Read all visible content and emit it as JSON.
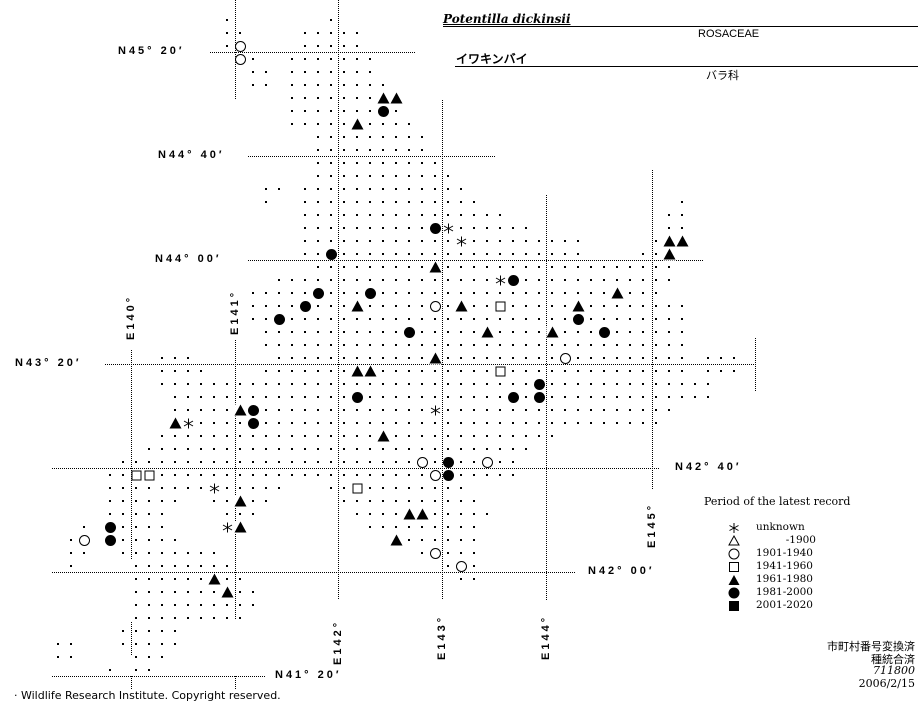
{
  "header": {
    "scientific_name": "Potentilla dickinsii",
    "family_latin": "ROSACEAE",
    "japanese_name": "イワキンバイ",
    "family_japanese": "バラ科"
  },
  "graticule": {
    "latitudes": [
      "N45° 20′",
      "N44° 40′",
      "N44° 00′",
      "N43° 20′",
      "N42° 40′",
      "N42° 00′",
      "N41° 20′"
    ],
    "longitudes": [
      "E140°",
      "E141°",
      "E142°",
      "E143°",
      "E144°",
      "E145°"
    ]
  },
  "legend": {
    "title": "Period of the latest record",
    "items": [
      {
        "symbol": "asterisk",
        "label": "unknown"
      },
      {
        "symbol": "open-triangle",
        "label": "-1900"
      },
      {
        "symbol": "open-circle",
        "label": "1901-1940"
      },
      {
        "symbol": "open-square",
        "label": "1941-1960"
      },
      {
        "symbol": "filled-triangle",
        "label": "1961-1980"
      },
      {
        "symbol": "filled-circle",
        "label": "1981-2000"
      },
      {
        "symbol": "filled-square",
        "label": "2001-2020"
      }
    ]
  },
  "stamp": {
    "line1": "市町村番号変換済",
    "line2": "種統合済",
    "code": "711800",
    "date": "2006/2/15"
  },
  "footer": {
    "copyright": "· Wildlife Research Institute. Copyright reserved."
  },
  "records": {
    "open-circle": [
      [
        141.048,
        45.372
      ],
      [
        141.048,
        45.288
      ],
      [
        142.923,
        43.705
      ],
      [
        144.173,
        43.372
      ],
      [
        142.798,
        42.705
      ],
      [
        143.423,
        42.705
      ],
      [
        142.923,
        42.622
      ],
      [
        139.548,
        42.205
      ],
      [
        142.923,
        42.122
      ],
      [
        143.173,
        42.038
      ]
    ],
    "open-square": [
      [
        143.548,
        43.705
      ],
      [
        143.548,
        43.288
      ],
      [
        140.048,
        42.622
      ],
      [
        140.173,
        42.622
      ],
      [
        142.173,
        42.538
      ]
    ],
    "filled-triangle": [
      [
        142.423,
        45.038
      ],
      [
        142.548,
        45.038
      ],
      [
        142.173,
        44.872
      ],
      [
        145.173,
        44.122
      ],
      [
        145.298,
        44.122
      ],
      [
        145.173,
        44.038
      ],
      [
        142.923,
        43.955
      ],
      [
        142.173,
        43.705
      ],
      [
        143.173,
        43.705
      ],
      [
        144.298,
        43.705
      ],
      [
        144.673,
        43.788
      ],
      [
        143.423,
        43.538
      ],
      [
        144.048,
        43.538
      ],
      [
        142.923,
        43.372
      ],
      [
        142.173,
        43.288
      ],
      [
        142.298,
        43.288
      ],
      [
        141.048,
        43.038
      ],
      [
        140.423,
        42.955
      ],
      [
        142.423,
        42.872
      ],
      [
        141.048,
        42.455
      ],
      [
        141.048,
        42.288
      ],
      [
        142.673,
        42.372
      ],
      [
        142.798,
        42.372
      ],
      [
        142.548,
        42.205
      ],
      [
        140.798,
        41.955
      ],
      [
        140.923,
        41.872
      ]
    ],
    "filled-circle": [
      [
        142.423,
        44.955
      ],
      [
        142.923,
        44.205
      ],
      [
        141.923,
        44.038
      ],
      [
        143.673,
        43.872
      ],
      [
        141.798,
        43.788
      ],
      [
        142.298,
        43.788
      ],
      [
        141.673,
        43.705
      ],
      [
        141.423,
        43.622
      ],
      [
        144.298,
        43.622
      ],
      [
        142.673,
        43.538
      ],
      [
        144.548,
        43.538
      ],
      [
        143.923,
        43.205
      ],
      [
        142.173,
        43.122
      ],
      [
        143.673,
        43.122
      ],
      [
        143.923,
        43.122
      ],
      [
        141.173,
        43.038
      ],
      [
        141.173,
        42.955
      ],
      [
        143.048,
        42.705
      ],
      [
        143.048,
        42.622
      ],
      [
        139.798,
        42.288
      ],
      [
        139.798,
        42.205
      ]
    ],
    "asterisk": [
      [
        143.048,
        44.205
      ],
      [
        143.173,
        44.122
      ],
      [
        143.548,
        43.872
      ],
      [
        142.923,
        43.038
      ],
      [
        140.548,
        42.955
      ],
      [
        140.798,
        42.538
      ],
      [
        140.923,
        42.288
      ]
    ],
    "filled-square": []
  }
}
